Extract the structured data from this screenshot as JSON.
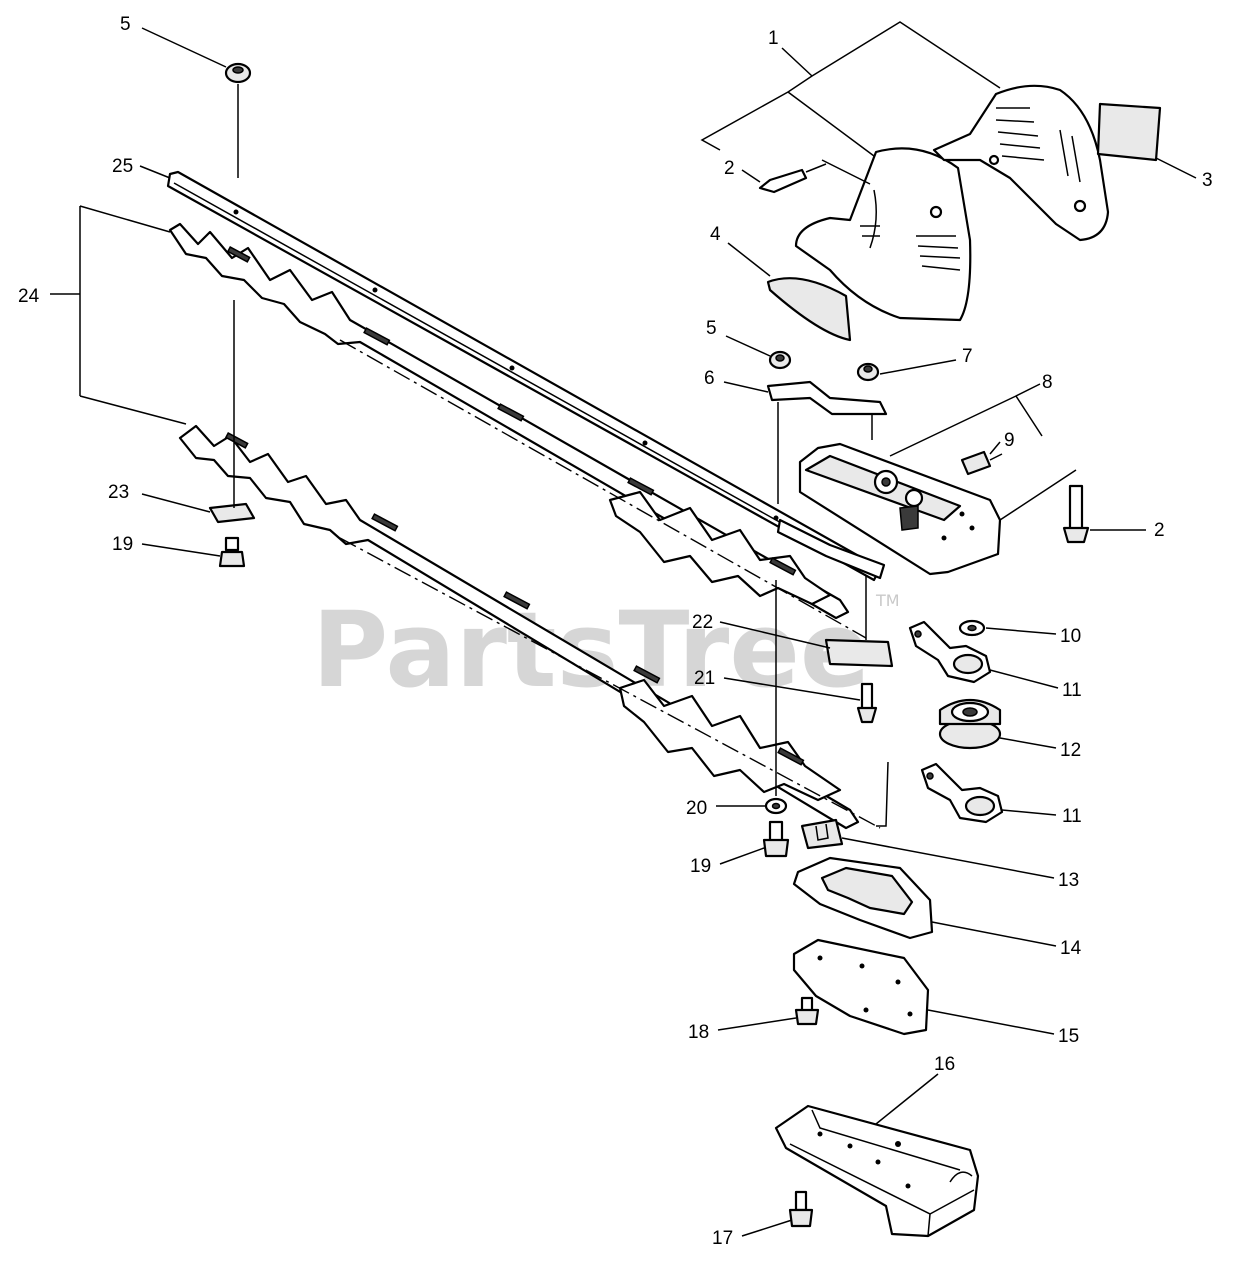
{
  "watermark": {
    "text": "PartsTree",
    "trademark": "TM"
  },
  "callouts": [
    {
      "id": "c1",
      "label": "1"
    },
    {
      "id": "c2a",
      "label": "2"
    },
    {
      "id": "c2b",
      "label": "2"
    },
    {
      "id": "c3",
      "label": "3"
    },
    {
      "id": "c4",
      "label": "4"
    },
    {
      "id": "c5a",
      "label": "5"
    },
    {
      "id": "c5b",
      "label": "5"
    },
    {
      "id": "c6",
      "label": "6"
    },
    {
      "id": "c7",
      "label": "7"
    },
    {
      "id": "c8",
      "label": "8"
    },
    {
      "id": "c9",
      "label": "9"
    },
    {
      "id": "c10",
      "label": "10"
    },
    {
      "id": "c11a",
      "label": "11"
    },
    {
      "id": "c11b",
      "label": "11"
    },
    {
      "id": "c12",
      "label": "12"
    },
    {
      "id": "c13",
      "label": "13"
    },
    {
      "id": "c14",
      "label": "14"
    },
    {
      "id": "c15",
      "label": "15"
    },
    {
      "id": "c16",
      "label": "16"
    },
    {
      "id": "c17",
      "label": "17"
    },
    {
      "id": "c18",
      "label": "18"
    },
    {
      "id": "c19a",
      "label": "19"
    },
    {
      "id": "c19b",
      "label": "19"
    },
    {
      "id": "c20",
      "label": "20"
    },
    {
      "id": "c21",
      "label": "21"
    },
    {
      "id": "c22",
      "label": "22"
    },
    {
      "id": "c23",
      "label": "23"
    },
    {
      "id": "c24",
      "label": "24"
    },
    {
      "id": "c25",
      "label": "25"
    }
  ]
}
